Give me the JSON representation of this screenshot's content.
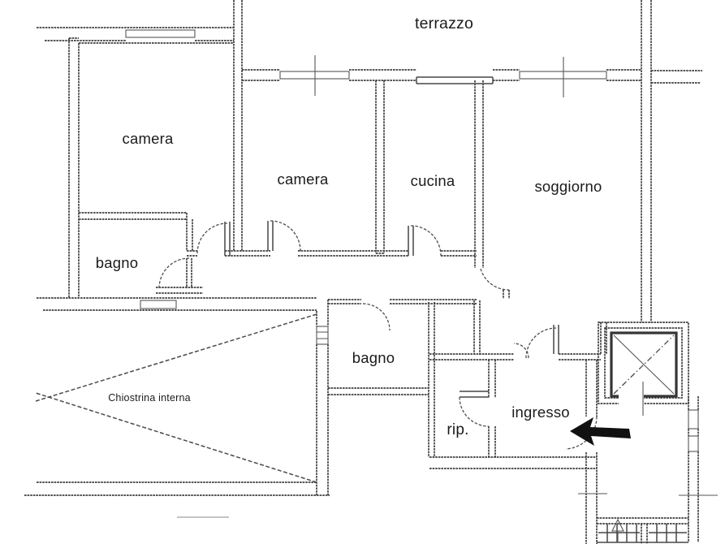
{
  "document": {
    "kind": "apartment floor plan (scanned drawing)",
    "language": "Italian"
  },
  "colors": {
    "background": "#ffffff",
    "ink": "#3f3f3f",
    "text": "#1b1b1b",
    "arrow": "#111111"
  },
  "rooms": [
    {
      "id": "terrazzo",
      "label": "terrazzo"
    },
    {
      "id": "camera-1",
      "label": "camera"
    },
    {
      "id": "camera-2",
      "label": "camera"
    },
    {
      "id": "cucina",
      "label": "cucina"
    },
    {
      "id": "soggiorno",
      "label": "soggiorno"
    },
    {
      "id": "bagno-1",
      "label": "bagno"
    },
    {
      "id": "bagno-2",
      "label": "bagno"
    },
    {
      "id": "chiostrina",
      "label": "Chiostrina interna"
    },
    {
      "id": "rip",
      "label": "rip."
    },
    {
      "id": "ingresso",
      "label": "ingresso"
    }
  ],
  "symbols": {
    "entrance_arrow": "thick black arrow pointing left at apartment entrance door",
    "elevator": "square shaft with X diagonals",
    "stairs": "stair flight at bottom right with up direction triangle",
    "windows": "double-line window symbols on exterior walls",
    "courtyard": "triangular sight-lines marking internal light well"
  }
}
